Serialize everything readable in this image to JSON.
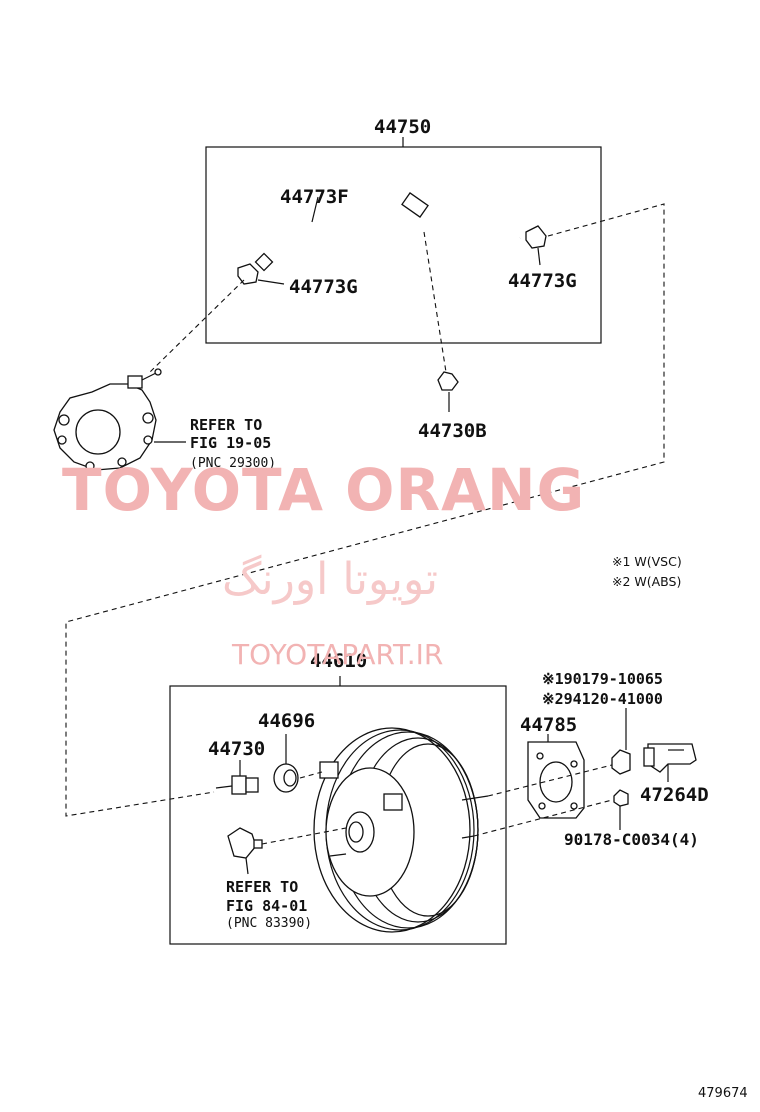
{
  "labels": {
    "assy_hose": "44750",
    "hose_f": "44773F",
    "clamp_g_left": "44773G",
    "clamp_g_right": "44773G",
    "clip_b": "44730B",
    "booster_assy": "44610",
    "gasket_44696": "44696",
    "valve_44730": "44730",
    "gasket_44785": "44785",
    "bracket_47264d": "47264D",
    "nut_90178": "90178-C0034(4)",
    "nut_190179": "※190179-10065",
    "nut_294120": "※294120-41000",
    "drawing_no": "479674"
  },
  "refer_pump": {
    "line1": "REFER TO",
    "line2": "FIG 19-05",
    "line3": "(PNC 29300)"
  },
  "refer_sensor": {
    "line1": "REFER TO",
    "line2": "FIG 84-01",
    "line3": "(PNC 83390)"
  },
  "notes": {
    "n1": "※1 W(VSC)",
    "n2": "※2 W(ABS)"
  },
  "watermark": {
    "main": "TOYOTA ORANG",
    "farsi": "تویوتا اورنگ",
    "url": "TOYOTAPART.IR"
  },
  "colors": {
    "line": "#111111",
    "watermark": "#f2b3b3"
  },
  "icons": [
    "vacuum-pump-icon",
    "hose-icon",
    "clamp-icon",
    "brake-booster-icon",
    "check-valve-icon",
    "gasket-icon",
    "bracket-icon",
    "nut-icon",
    "sensor-icon"
  ]
}
